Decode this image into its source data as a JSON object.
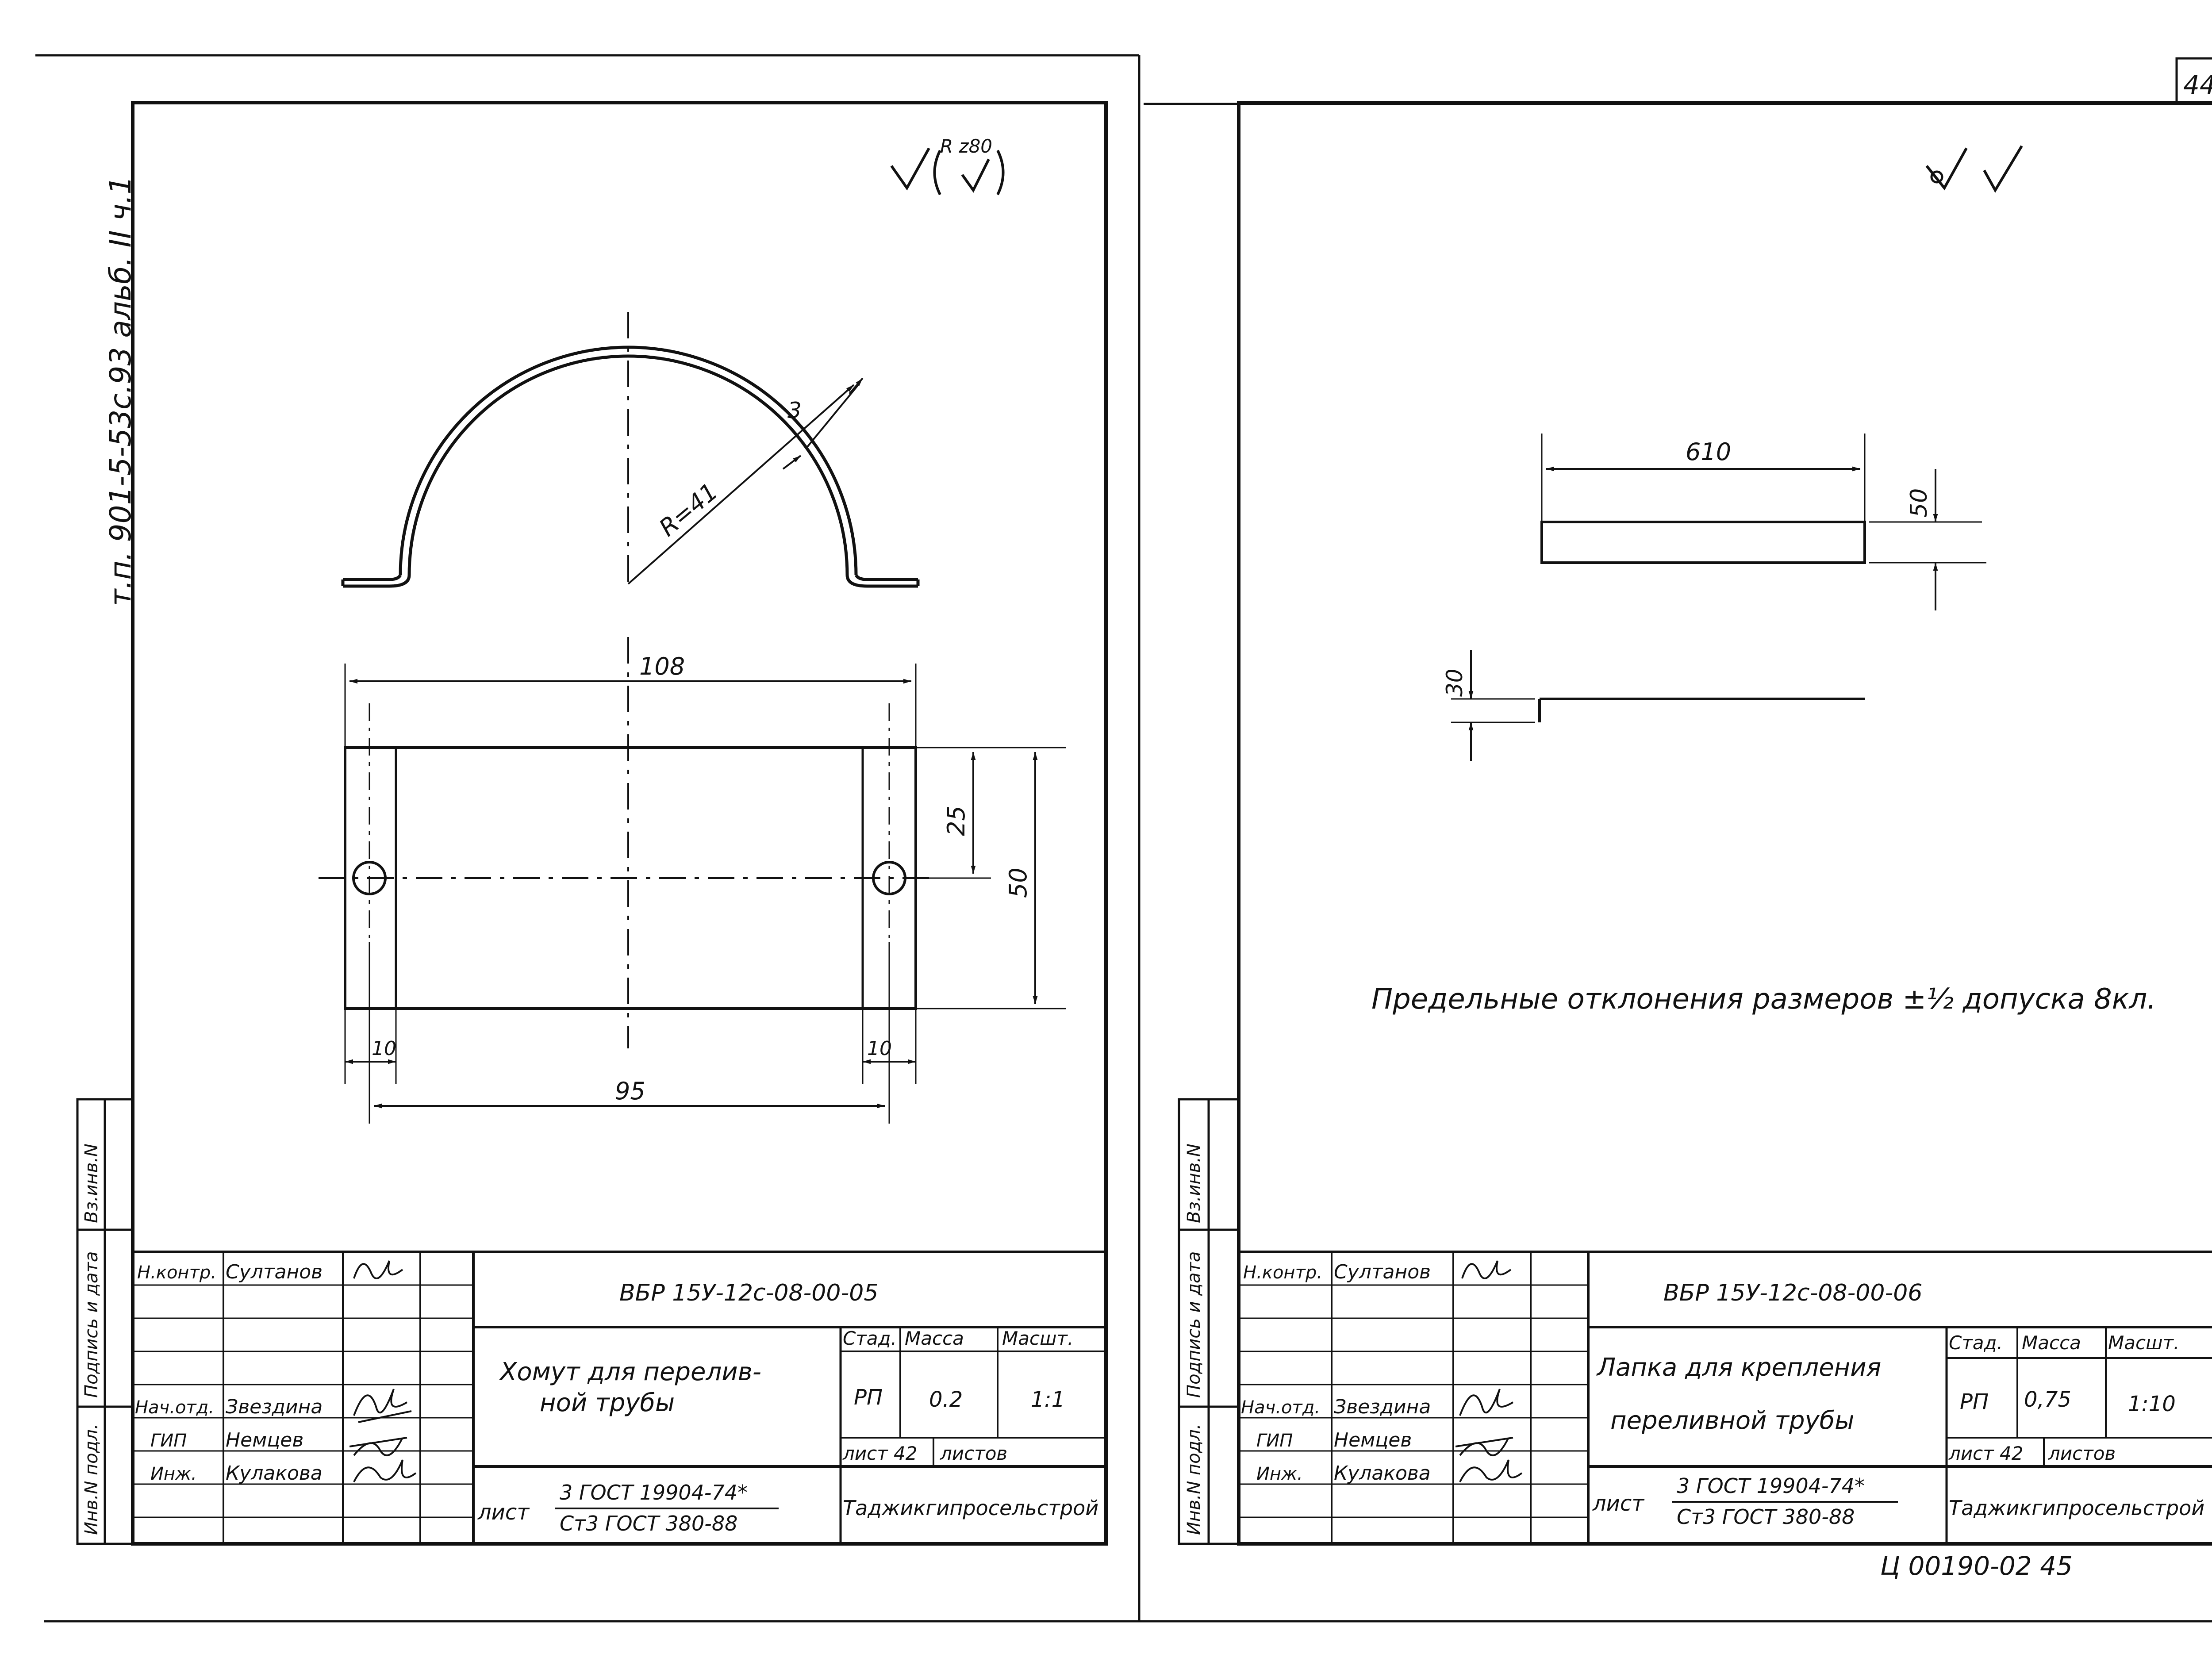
{
  "page_number": "44",
  "archive_number": "Ц 00190-02   45",
  "binder_label": "т.п. 901-5-53с.93 альб. II ч.1",
  "side_labels": {
    "inv_podl": "Инв.N подл.",
    "podpis_data": "Подпись и дата",
    "vz_inv": "Вз.инв.N"
  },
  "left_sheet": {
    "surface_mark": "R z80",
    "dims": {
      "radius": "R=41",
      "thickness": "3",
      "width_total": "108",
      "height_inner": "25",
      "height_total": "50",
      "tab_left": "10",
      "tab_right": "10",
      "hole_span": "95"
    },
    "title_block": {
      "designation": "ВБР 15У-12с-08-00-05",
      "name_line1": "Хомут для перелив-",
      "name_line2": "ной трубы",
      "headers": {
        "stage": "Стад.",
        "mass": "Масса",
        "scale": "Масшт."
      },
      "stage": "РП",
      "mass": "0.2",
      "scale": "1:1",
      "sheet": "лист 42",
      "sheets": "листов",
      "material_label": "лист",
      "material_line1": "3 ГОСТ 19904-74*",
      "material_line2": "Ст3 ГОСТ 380-88",
      "org": "Таджикгипросельстрой",
      "roles": [
        {
          "role": "Н.контр.",
          "name": "Султанов"
        },
        {
          "role": "Нач.отд.",
          "name": "Звездина"
        },
        {
          "role": "ГИП",
          "name": "Немцев"
        },
        {
          "role": "Инж.",
          "name": "Кулакова"
        }
      ]
    }
  },
  "right_sheet": {
    "dims": {
      "length": "610",
      "width": "50",
      "thickness": "30"
    },
    "tolerance_note": "Предельные   отклонения   размеров ±½ допуска 8кл.",
    "title_block": {
      "designation": "ВБР 15У-12с-08-00-06",
      "name_line1": "Лапка для крепления",
      "name_line2": "переливной трубы",
      "headers": {
        "stage": "Стад.",
        "mass": "Масса",
        "scale": "Масшт."
      },
      "stage": "РП",
      "mass": "0,75",
      "scale": "1:10",
      "sheet": "лист 42",
      "sheets": "листов",
      "material_label": "лист",
      "material_line1": "3 ГОСТ 19904-74*",
      "material_line2": "Ст3 ГОСТ 380-88",
      "org": "Таджикгипросельстрой",
      "roles": [
        {
          "role": "Н.контр.",
          "name": "Султанов"
        },
        {
          "role": "Нач.отд.",
          "name": "Звездина"
        },
        {
          "role": "ГИП",
          "name": "Немцев"
        },
        {
          "role": "Инж.",
          "name": "Кулакова"
        }
      ]
    }
  }
}
